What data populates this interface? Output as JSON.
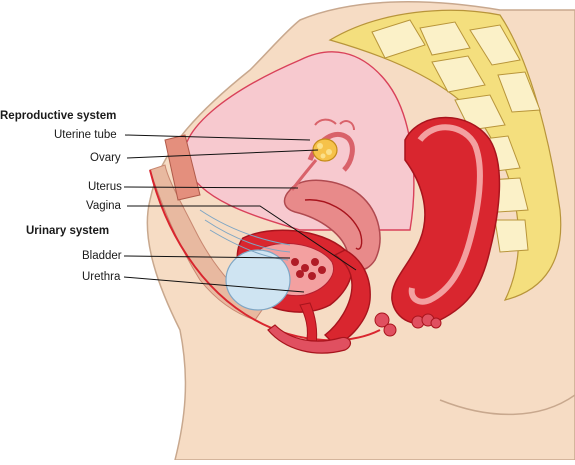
{
  "labels": {
    "reproductive_header": "Reproductive system",
    "uterine_tube": "Uterine tube",
    "ovary": "Ovary",
    "uterus": "Uterus",
    "vagina": "Vagina",
    "urinary_header": "Urinary system",
    "bladder": "Bladder",
    "urethra": "Urethra"
  },
  "colors": {
    "skin": "#f6dcc4",
    "skin_outline": "#c8a88e",
    "bone": "#f4df7e",
    "bone_spongy": "#fbf1c8",
    "peritoneum_fill": "#f7c9cf",
    "peritoneum_line": "#d9415a",
    "muscle_red": "#d9262f",
    "muscle_dark": "#a8141d",
    "uterus_pink": "#e88a8a",
    "ovary_yellow": "#f6c24a",
    "bladder_blue": "#cfe4f2",
    "leader": "#111111"
  }
}
